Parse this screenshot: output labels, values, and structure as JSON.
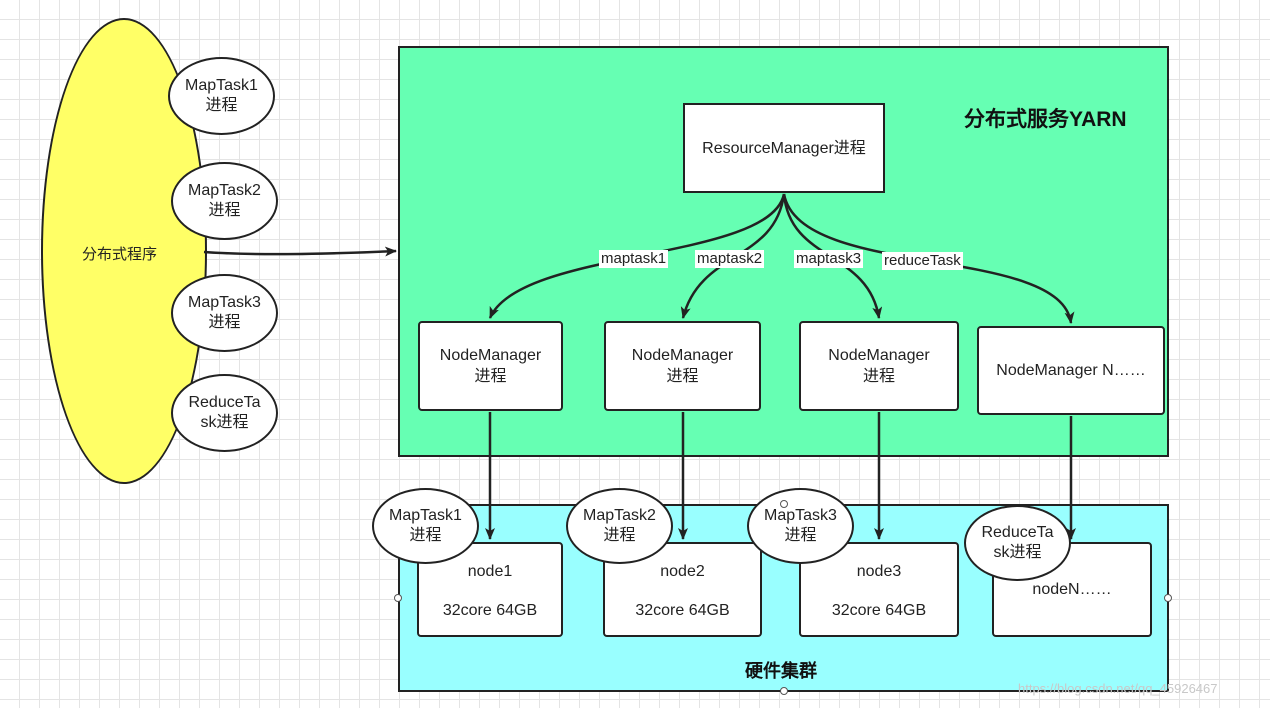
{
  "client": {
    "label": "分布式程序",
    "tasks": [
      {
        "line1": "MapTask1",
        "line2": "进程"
      },
      {
        "line1": "MapTask2",
        "line2": "进程"
      },
      {
        "line1": "MapTask3",
        "line2": "进程"
      },
      {
        "line1": "ReduceTa",
        "line2": "sk进程"
      }
    ]
  },
  "yarn": {
    "title": "分布式服务YARN",
    "resource_manager": "ResourceManager进程",
    "edge_labels": [
      "maptask1",
      "maptask2",
      "maptask3",
      "reduceTask"
    ],
    "node_managers": [
      {
        "line1": "NodeManager",
        "line2": "进程"
      },
      {
        "line1": "NodeManager",
        "line2": "进程"
      },
      {
        "line1": "NodeManager",
        "line2": "进程"
      },
      {
        "line1": "NodeManager N……",
        "line2": ""
      }
    ]
  },
  "cluster": {
    "title": "硬件集群",
    "nodes": [
      {
        "name": "node1",
        "spec": "32core 64GB"
      },
      {
        "name": "node2",
        "spec": "32core 64GB"
      },
      {
        "name": "node3",
        "spec": "32core 64GB"
      },
      {
        "name": "nodeN……",
        "spec": ""
      }
    ],
    "running_tasks": [
      {
        "line1": "MapTask1",
        "line2": "进程"
      },
      {
        "line1": "MapTask2",
        "line2": "进程"
      },
      {
        "line1": "MapTask3",
        "line2": "进程"
      },
      {
        "line1": "ReduceTa",
        "line2": "sk进程"
      }
    ]
  },
  "watermark": "https://blog.csdn.net/qq_45926467",
  "colors": {
    "client_fill": "#ffff66",
    "yarn_fill": "#66ffb3",
    "cluster_fill": "#99ffff",
    "stroke": "#222222"
  }
}
